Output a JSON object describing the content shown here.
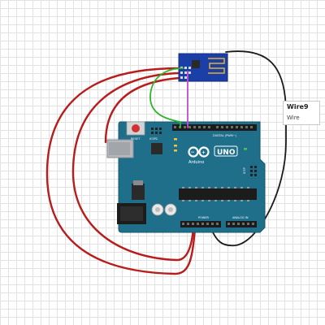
{
  "board": {
    "model": "UNO",
    "brand": "Arduino",
    "reset_label": "RESET",
    "icsp2_label": "ICSP2",
    "icsp_label": "ICSP",
    "digital_label": "DIGITAL (PWM~)",
    "power_label": "POWER",
    "analog_label": "ANALOG IN",
    "color": "#1f6f8b"
  },
  "module": {
    "color": "#1b3fa6"
  },
  "tooltip": {
    "title": "Wire9",
    "subtitle": "Wire"
  },
  "wires": {
    "red": "#b81c1c",
    "black": "#1a1a1a",
    "green": "#2fb52a",
    "purple": "#c24bd0"
  }
}
